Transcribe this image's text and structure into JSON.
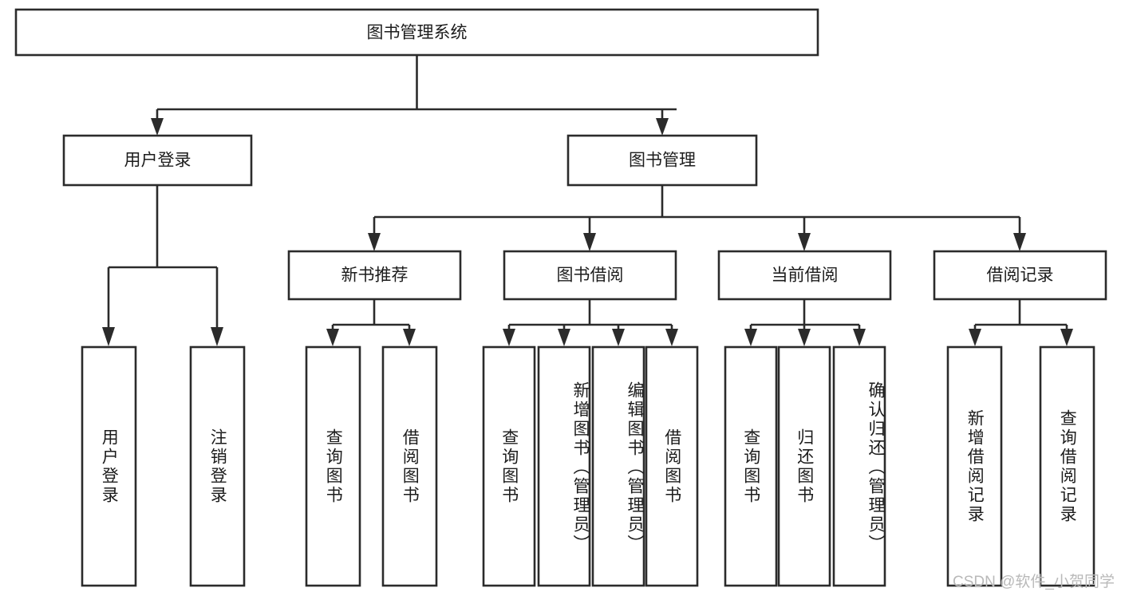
{
  "diagram": {
    "type": "tree",
    "title_node": {
      "id": "root",
      "label": "图书管理系统"
    },
    "level2": [
      {
        "id": "user-login",
        "label": "用户登录"
      },
      {
        "id": "book-manage",
        "label": "图书管理"
      }
    ],
    "level3": [
      {
        "id": "new-book-recommend",
        "label": "新书推荐"
      },
      {
        "id": "book-borrow",
        "label": "图书借阅"
      },
      {
        "id": "current-borrow",
        "label": "当前借阅"
      },
      {
        "id": "borrow-record",
        "label": "借阅记录"
      }
    ],
    "leaves": [
      {
        "id": "leaf-user-login",
        "label": "用户登录",
        "align": "center"
      },
      {
        "id": "leaf-logout-login",
        "label": "注销登录",
        "align": "center"
      },
      {
        "id": "leaf-query-book-1",
        "label": "查询图书",
        "align": "center"
      },
      {
        "id": "leaf-borrow-book-1",
        "label": "借阅图书",
        "align": "center"
      },
      {
        "id": "leaf-query-book-2",
        "label": "查询图书",
        "align": "center"
      },
      {
        "id": "leaf-add-book-admin",
        "label": "新增图书（管理员）",
        "align": "top"
      },
      {
        "id": "leaf-edit-book-admin",
        "label": "编辑图书（管理员）",
        "align": "top"
      },
      {
        "id": "leaf-borrow-book-2",
        "label": "借阅图书",
        "align": "center"
      },
      {
        "id": "leaf-query-book-3",
        "label": "查询图书",
        "align": "center"
      },
      {
        "id": "leaf-return-book",
        "label": "归还图书",
        "align": "center"
      },
      {
        "id": "leaf-confirm-return-admin",
        "label": "确认归还（管理员）",
        "align": "top"
      },
      {
        "id": "leaf-add-borrow-record",
        "label": "新增借阅记录",
        "align": "center"
      },
      {
        "id": "leaf-query-borrow-record",
        "label": "查询借阅记录",
        "align": "center"
      }
    ],
    "colors": {
      "stroke": "#2b2b2b",
      "fill": "#ffffff",
      "text": "#1c1c1c",
      "watermark": "#b9b9b9"
    }
  },
  "watermark": {
    "text": "CSDN @软件_小贺同学"
  }
}
